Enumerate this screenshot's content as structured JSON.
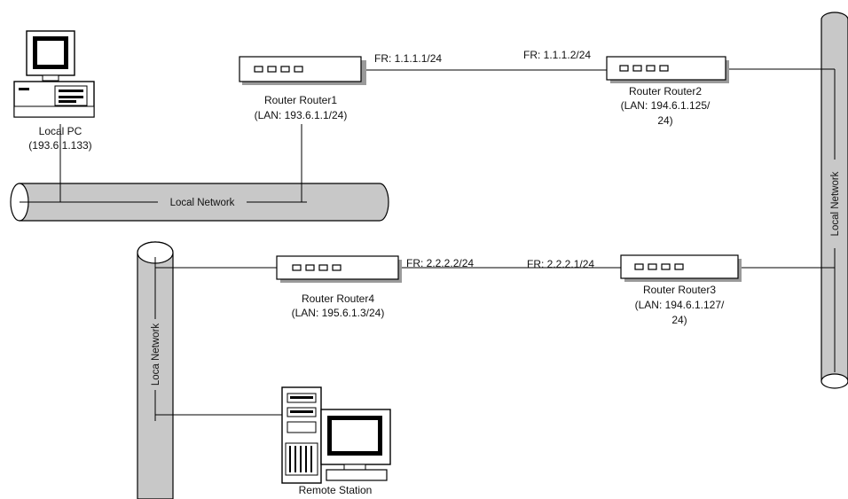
{
  "nodes": {
    "local_pc": {
      "name": "Local PC",
      "ip": "(193.6.1.133)"
    },
    "router1": {
      "name": "Router Router1",
      "lan": "(LAN: 193.6.1.1/24)",
      "fr": "FR: 1.1.1.1/24"
    },
    "router2": {
      "name": "Router Router2",
      "lan_1": "(LAN: 194.6.1.125/",
      "lan_2": "24)",
      "fr": "FR: 1.1.1.2/24"
    },
    "router3": {
      "name": "Router Router3",
      "lan_1": "(LAN: 194.6.1.127/",
      "lan_2": "24)",
      "fr": "FR: 2.2.2.1/24"
    },
    "router4": {
      "name": "Router Router4",
      "lan": "(LAN: 195.6.1.3/24)",
      "fr": "FR: 2.2.2.2/24"
    },
    "remote_station": {
      "name": "Remote Station"
    }
  },
  "networks": {
    "local_network_top": "Local Network",
    "local_network_right": "Local Network",
    "loca_network_left": "Loca Network"
  }
}
